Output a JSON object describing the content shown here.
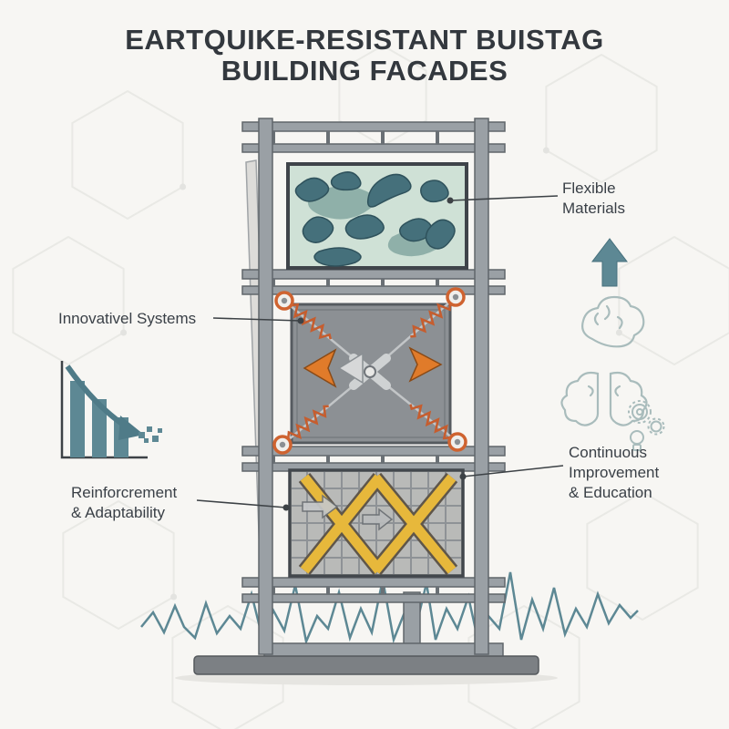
{
  "title": {
    "line1": "EARTQUIKE-RESISTANT BUISTAG",
    "line2": "BUILDING FACADES"
  },
  "labels": {
    "flexible": {
      "line1": "Flexible",
      "line2": "Materials"
    },
    "innovative": {
      "line1": "Innovativel Systems"
    },
    "reinforcement": {
      "line1": "Reinforcrement",
      "line2": "& Adaptability"
    },
    "continuous": {
      "line1": "Continuous",
      "line2": "Improvement",
      "line3": "& Education"
    }
  },
  "icons": [
    "bar-chart-decline-icon",
    "up-arrow-icon",
    "brain-icon",
    "split-brain-icon",
    "gear-icon",
    "lightbulb-icon",
    "seismic-wave-icon"
  ],
  "colors": {
    "background": "#f7f6f3",
    "text": "#33383e",
    "frame_gray": "#9aa0a5",
    "panel_gray": "#8c9094",
    "flexible_panel_fill": "#cfe1d6",
    "flexible_blob": "#45707b",
    "accent_teal": "#5d8894",
    "accent_orange": "#e07b2a",
    "brace_yellow": "#e7b83b",
    "ground_gray": "#7c8084"
  }
}
